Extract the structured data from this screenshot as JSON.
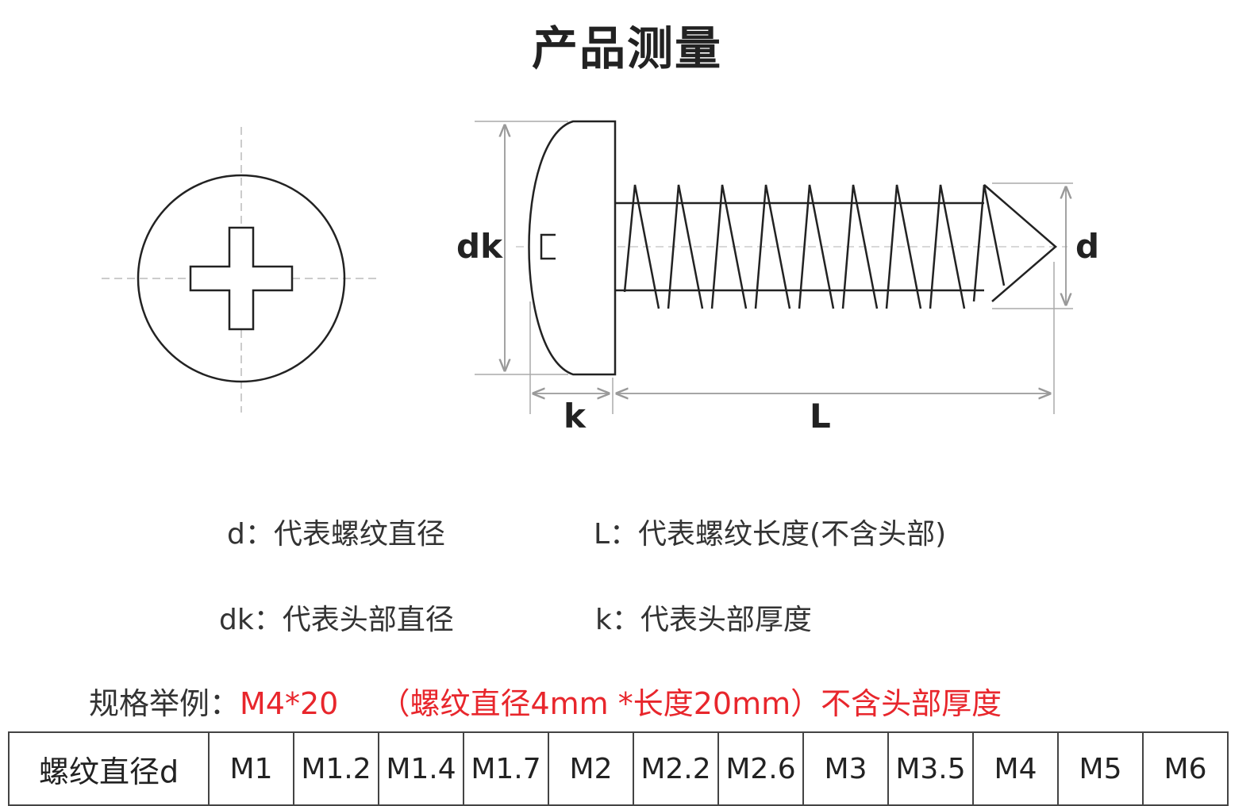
{
  "title": "产品测量",
  "diagram": {
    "labels": {
      "dk": "dk",
      "d": "d",
      "k": "k",
      "L": "L"
    }
  },
  "legend": [
    {
      "text": "d：代表螺纹直径"
    },
    {
      "text": "L：代表螺纹长度(不含头部)"
    },
    {
      "text": "dk：代表头部直径"
    },
    {
      "text": "k：代表头部厚度"
    }
  ],
  "example": {
    "label": "规格举例：",
    "value": "M4*20",
    "detail": "（螺纹直径4mm *长度20mm）不含头部厚度"
  },
  "table": {
    "header": "螺纹直径d",
    "sizes": [
      "M1",
      "M1.2",
      "M1.4",
      "M1.7",
      "M2",
      "M2.2",
      "M2.6",
      "M3",
      "M3.5",
      "M4",
      "M5",
      "M6"
    ]
  },
  "colors": {
    "accent": "#e8262c",
    "line": "#222222",
    "dim": "#9a9a9a"
  }
}
